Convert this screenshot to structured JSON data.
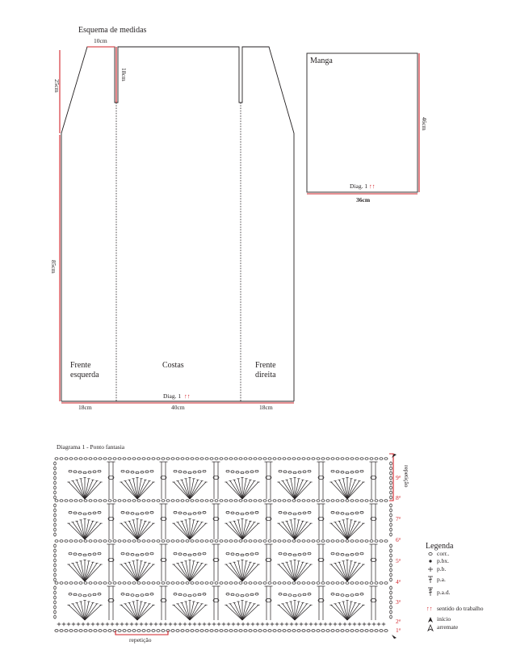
{
  "schema": {
    "title": "Esquema de medidas",
    "neck_width": "10cm",
    "shoulder_height": "25cm",
    "slit_depth": "18cm",
    "body_height": "85cm",
    "panels": [
      {
        "line1": "Frente",
        "line2": "esquerda",
        "width": "18cm"
      },
      {
        "line1": "Costas",
        "line2": "",
        "width": "40cm"
      },
      {
        "line1": "Frente",
        "line2": "direita",
        "width": "18cm"
      }
    ],
    "diag_note": "Diag. 1",
    "arrows": "↑↑"
  },
  "sleeve": {
    "title": "Manga",
    "height": "46cm",
    "width": "36cm",
    "diag_note": "Diag. 1",
    "arrows": "↑↑"
  },
  "diagram": {
    "title": "Diagrama 1 - Ponto fantasia",
    "rows": [
      "1ª",
      "2ª",
      "3ª",
      "4ª",
      "5ª",
      "6ª",
      "7ª",
      "8ª",
      "9ª"
    ],
    "repeat_h": "repetição",
    "repeat_v": "repetição"
  },
  "legend": {
    "title": "Legenda",
    "items": [
      {
        "symbol": "chain",
        "label": "corr.."
      },
      {
        "symbol": "sc",
        "label": "p.bx."
      },
      {
        "symbol": "dc",
        "label": "p.b."
      },
      {
        "symbol": "tr",
        "label": "p.a."
      },
      {
        "symbol": "dtr",
        "label": "p.a.d."
      }
    ],
    "direction_arrows": "↑↑",
    "direction": "sentido do trabalho",
    "start": "início",
    "finish": "arremate"
  },
  "colors": {
    "ink": "#231f20",
    "accent": "#d2232a"
  }
}
